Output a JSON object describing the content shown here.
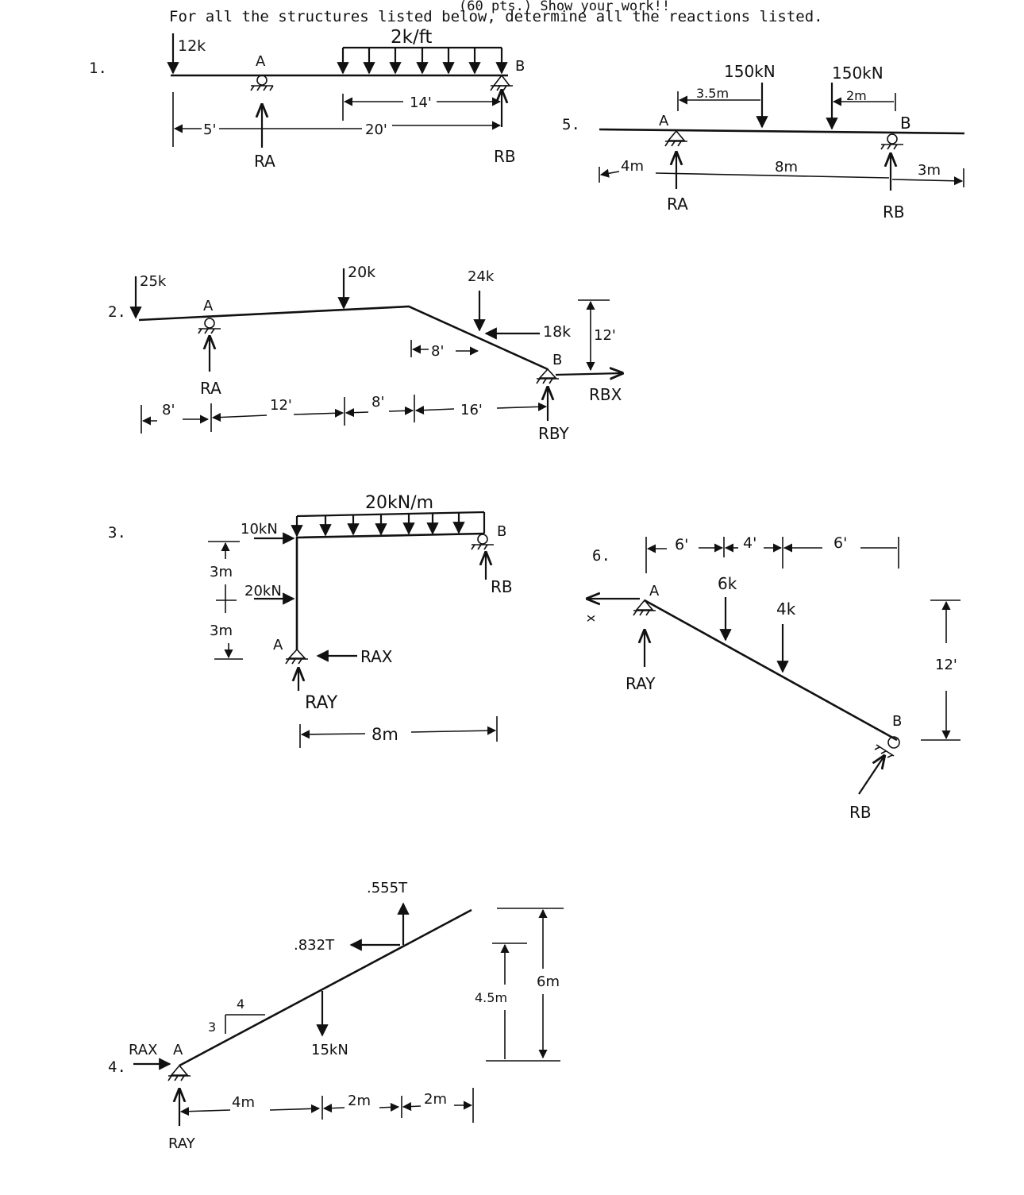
{
  "header": {
    "points": "(60 pts.) Show your work!!",
    "instruction": "For all the structures listed below, determine all the reactions listed."
  },
  "problems": [
    {
      "number": "1.",
      "loads": {
        "point": "12k",
        "distributed": "2k/ft"
      },
      "points": {
        "a": "A",
        "b": "B"
      },
      "dims": {
        "d1": "5'",
        "d2": "20'",
        "d3": "14'"
      },
      "reactions": {
        "ra": "RA",
        "rb": "RB"
      }
    },
    {
      "number": "2.",
      "loads": {
        "p1": "25k",
        "p2": "20k",
        "p3": "24k",
        "h": "18k"
      },
      "points": {
        "a": "A",
        "b": "B"
      },
      "dims": {
        "d1": "8'",
        "d2": "12'",
        "d3": "8'",
        "d4": "16'",
        "d5": "8'",
        "height": "12'"
      },
      "reactions": {
        "ra": "RA",
        "rbx": "RBX",
        "rby": "RBY"
      }
    },
    {
      "number": "3.",
      "loads": {
        "distributed": "20kN/m",
        "h1": "10kN",
        "h2": "20kN"
      },
      "points": {
        "a": "A",
        "b": "B"
      },
      "dims": {
        "v1": "3m",
        "v2": "3m",
        "span": "8m"
      },
      "reactions": {
        "rax": "RAX",
        "ray": "RAY",
        "rb": "RB"
      }
    },
    {
      "number": "4.",
      "loads": {
        "vert": ".555T",
        "horiz": ".832T",
        "down": "15kN"
      },
      "slope": {
        "rise": "3",
        "run": "4"
      },
      "points": {
        "a": "A"
      },
      "dims": {
        "d1": "4m",
        "d2": "2m",
        "d3": "2m",
        "h1": "4.5m",
        "h2": "6m"
      },
      "reactions": {
        "rax": "RAX",
        "ray": "RAY"
      }
    },
    {
      "number": "5.",
      "loads": {
        "p1": "150kN",
        "p2": "150kN"
      },
      "points": {
        "a": "A",
        "b": "B"
      },
      "dims": {
        "off1": "3.5m",
        "off2": "2m",
        "d1": "4m",
        "d2": "8m",
        "d3": "3m"
      },
      "reactions": {
        "ra": "RA",
        "rb": "RB"
      }
    },
    {
      "number": "6.",
      "loads": {
        "p1": "6k",
        "p2": "4k"
      },
      "points": {
        "a": "A",
        "b": "B"
      },
      "dims": {
        "d1": "6'",
        "d2": "4'",
        "d3": "6'",
        "height": "12'"
      },
      "reactions": {
        "ray": "RAY",
        "rb": "RB",
        "rax_partial": "x"
      }
    }
  ]
}
